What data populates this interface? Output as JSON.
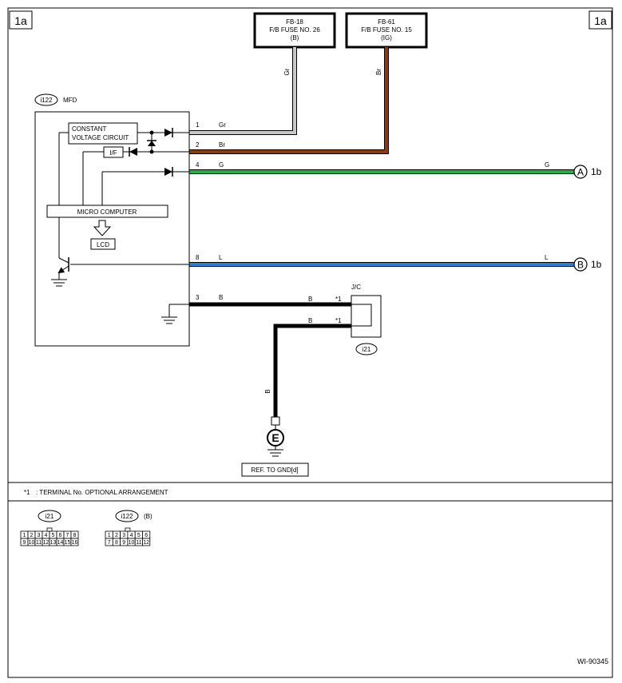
{
  "page": {
    "tag_left": "1a",
    "tag_right": "1a",
    "diagram_id": "WI-90345"
  },
  "fuses": [
    {
      "line1": "FB-18",
      "line2": "F/B FUSE NO. 26",
      "line3": "(B)"
    },
    {
      "line1": "FB-61",
      "line2": "F/B FUSE NO. 15",
      "line3": "(IG)"
    }
  ],
  "wire_colors": {
    "Gr": "#c8c8c8",
    "Br": "#8b3a0f",
    "G": "#1fb04a",
    "L": "#2b7fd1",
    "B": "#000000"
  },
  "mfd": {
    "connector": "i122",
    "name": "MFD",
    "constant_voltage_line1": "CONSTANT",
    "constant_voltage_line2": "VOLTAGE CIRCUIT",
    "if_label": "I/F",
    "micro_computer": "MICRO COMPUTER",
    "lcd": "LCD"
  },
  "terminals": [
    {
      "pin": "1",
      "color": "Gr"
    },
    {
      "pin": "2",
      "color": "Br"
    },
    {
      "pin": "4",
      "color": "G"
    },
    {
      "pin": "8",
      "color": "L"
    },
    {
      "pin": "3",
      "color": "B"
    }
  ],
  "vertical_labels": {
    "gr": "Gr",
    "br": "Br",
    "b": "B"
  },
  "far_labels": {
    "g": "G",
    "l": "L"
  },
  "connectors_out": [
    {
      "letter": "A",
      "page": "1b"
    },
    {
      "letter": "B",
      "page": "1b"
    }
  ],
  "jc": {
    "name": "J/C",
    "connector": "i21",
    "pin_mark": "*1",
    "wire_label": "B"
  },
  "ground": {
    "symbol": "E",
    "ref": "REF. TO GND[d]"
  },
  "note": {
    "mark": "*1",
    "text": ": TERMINAL No. OPTIONAL ARRANGEMENT"
  },
  "connector_views": [
    {
      "name": "i21",
      "suffix": "",
      "row1": [
        "1",
        "2",
        "3",
        "4",
        "5",
        "6",
        "7",
        "8"
      ],
      "row2": [
        "9",
        "10",
        "11",
        "12",
        "13",
        "14",
        "15",
        "16"
      ]
    },
    {
      "name": "i122",
      "suffix": "(B)",
      "row1": [
        "1",
        "2",
        "3",
        "4",
        "5",
        "6"
      ],
      "row2": [
        "7",
        "8",
        "9",
        "10",
        "11",
        "12"
      ]
    }
  ]
}
